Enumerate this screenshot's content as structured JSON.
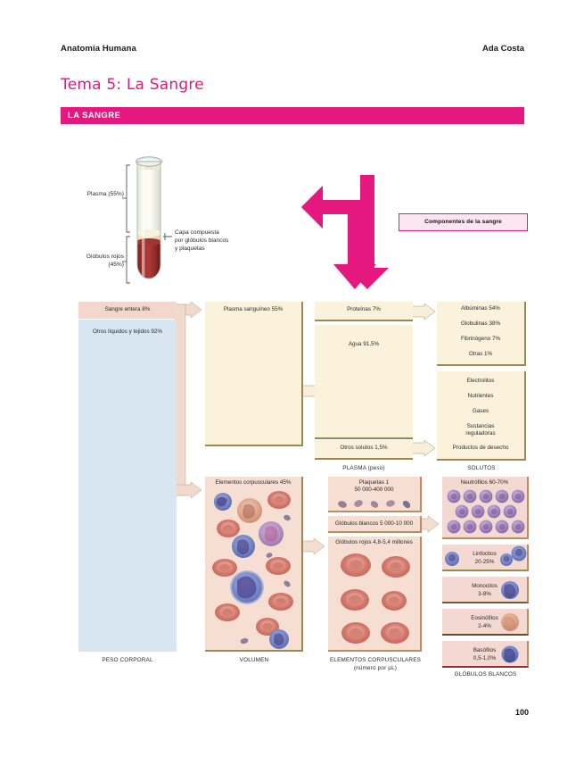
{
  "header": {
    "course": "Anatomía Humana",
    "author": "Ada Costa",
    "title": "Tema 5: La Sangre",
    "section_band": "LA SANGRE",
    "page_number": "100"
  },
  "tube_diagram": {
    "plasma_label": "Plasma (55%)",
    "red_cells_label_line1": "Glóbulos rojos",
    "red_cells_label_line2": "(45%)",
    "buffy_coat_line1": "Capa compuesta",
    "buffy_coat_line2": "por glóbulos blancos",
    "buffy_coat_line3": "y plaquetas"
  },
  "callout": {
    "label": "Componentes de la sangre"
  },
  "chart_data": {
    "type": "diagram",
    "title": "Componentes de la sangre",
    "columns": [
      {
        "footer": "PESO CORPORAL",
        "footer_sub": "",
        "items": [
          {
            "label": "Sangre entera 8%",
            "fill": "#f3d7cd"
          },
          {
            "label": "Otros líquidos y tejidos 92%",
            "fill": "#d8e6f2"
          }
        ]
      },
      {
        "footer": "VOLUMEN",
        "footer_sub": "",
        "items": [
          {
            "label": "Plasma sanguíneo 55%",
            "fill": "#fbf2dc"
          },
          {
            "label": "Elementos corpusculares 45%",
            "fill": "#f6ded3"
          }
        ]
      },
      {
        "footer": "PLASMA (peso)",
        "footer_sub": "",
        "items": [
          {
            "label": "Proteínas 7%",
            "fill": "#fbf2dc"
          },
          {
            "label": "Agua 91,5%",
            "fill": "#fbf2dc"
          },
          {
            "label": "Otros solutos 1,5%",
            "fill": "#fbf2dc"
          }
        ]
      },
      {
        "footer": "SOLUTOS",
        "footer_sub": "",
        "items": [
          {
            "label": "Albúminas 54%",
            "fill": "#fbf2dc"
          },
          {
            "label": "Globulinas 38%",
            "fill": "#fbf2dc"
          },
          {
            "label": "Fibrinógeno 7%",
            "fill": "#fbf2dc"
          },
          {
            "label": "Otras 1%",
            "fill": "#fbf2dc"
          },
          {
            "label": "Electrolitos",
            "fill": "#fbf2dc"
          },
          {
            "label": "Nutrientes",
            "fill": "#fbf2dc"
          },
          {
            "label": "Gases",
            "fill": "#fbf2dc"
          },
          {
            "label": "Sustancias reguladoras",
            "fill": "#fbf2dc"
          },
          {
            "label": "Productos de desecho",
            "fill": "#fbf2dc"
          }
        ]
      },
      {
        "footer": "ELEMENTOS CORPUSCULARES",
        "footer_sub": "(número por µL)",
        "items": [
          {
            "label": "Plaquetas 1",
            "label2": "50 000-400 000",
            "fill": "#f6ded3"
          },
          {
            "label": "Glóbulos blancos 5 000-10 000",
            "fill": "#f6ded3"
          },
          {
            "label": "Glóbulos rojos 4,8-5,4 millones",
            "fill": "#f6ded3"
          }
        ]
      },
      {
        "footer": "GLÓBULOS BLANCOS",
        "footer_sub": "",
        "items": [
          {
            "label": "Neutrófilos 60-70%",
            "fill": "#f3d9d1"
          },
          {
            "label": "Linfocitos",
            "label2": "20-25%",
            "fill": "#f3d9d1"
          },
          {
            "label": "Monocitos",
            "label2": "3-8%",
            "fill": "#f3d9d1"
          },
          {
            "label": "Eosinófilos",
            "label2": "2-4%",
            "fill": "#f3d9d1"
          },
          {
            "label": "Basófilos",
            "label2": "0,5-1,0%",
            "fill": "#f3d9d1"
          }
        ]
      }
    ]
  },
  "flow": {
    "sangre_entera": "Sangre entera 8%",
    "otros_liquidos": "Otros líquidos y tejidos 92%",
    "plasma_sanguineo": "Plasma sanguíneo 55%",
    "elementos_corpusculares": "Elementos corpusculares 45%",
    "proteinas": "Proteínas 7%",
    "agua": "Agua 91,5%",
    "otros_solutos": "Otros solutos 1,5%",
    "albuminas": "Albúminas 54%",
    "globulinas": "Globulinas 38%",
    "fibrinogeno": "Fibrinógeno 7%",
    "otras": "Otras 1%",
    "electrolitos": "Electrolitos",
    "nutrientes": "Nutrientes",
    "gases": "Gases",
    "sustancias1": "Sustancias",
    "sustancias2": "reguladoras",
    "desecho": "Productos de desecho",
    "plaquetas1": "Plaquetas 1",
    "plaquetas2": "50 000-400 000",
    "glob_blancos": "Glóbulos blancos 5 000-10 000",
    "glob_rojos": "Glóbulos rojos 4,8-5,4 millones",
    "neutrofilos": "Neutrófilos 60-70%",
    "linfocitos1": "Linfocitos",
    "linfocitos2": "20-25%",
    "monocitos1": "Monocitos",
    "monocitos2": "3-8%",
    "eosinofilos1": "Eosinófilos",
    "eosinofilos2": "2-4%",
    "basofilos1": "Basófilos",
    "basofilos2": "0,5-1,0%",
    "ft_peso": "PESO CORPORAL",
    "ft_volumen": "VOLUMEN",
    "ft_plasma": "PLASMA (peso)",
    "ft_solutos": "SOLUTOS",
    "ft_elem1": "ELEMENTOS CORPUSCULARES",
    "ft_elem2": "(número por µL)",
    "ft_gb": "GLÓBULOS BLANCOS"
  },
  "colors": {
    "accent": "#e5187f",
    "cream": "#fbf2dc",
    "cream_border": "#9a8a52",
    "pink": "#f6ded3",
    "pink_border": "#c08a60",
    "blue": "#d8e6f2",
    "salmon": "#f3d7cd"
  }
}
